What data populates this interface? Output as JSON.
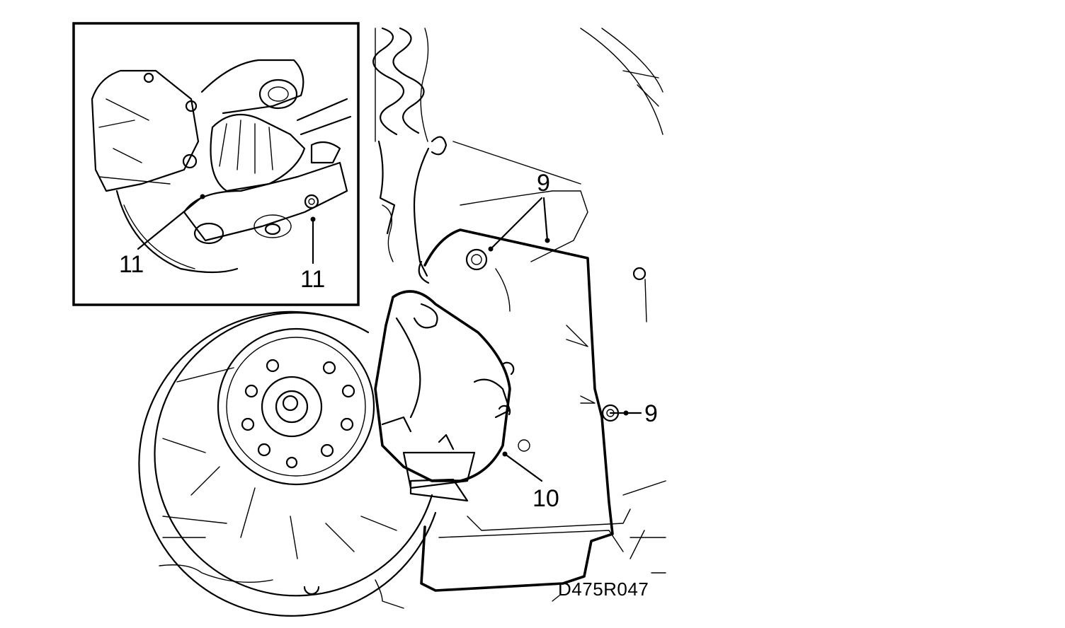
{
  "figure": {
    "code": "D475R047",
    "callouts": {
      "screws_upper": "9",
      "screw_lower": "9",
      "brake_shield": "10",
      "inset_left": "11",
      "inset_right": "11"
    }
  },
  "colors": {
    "ink": "#000000",
    "paper": "#ffffff"
  }
}
